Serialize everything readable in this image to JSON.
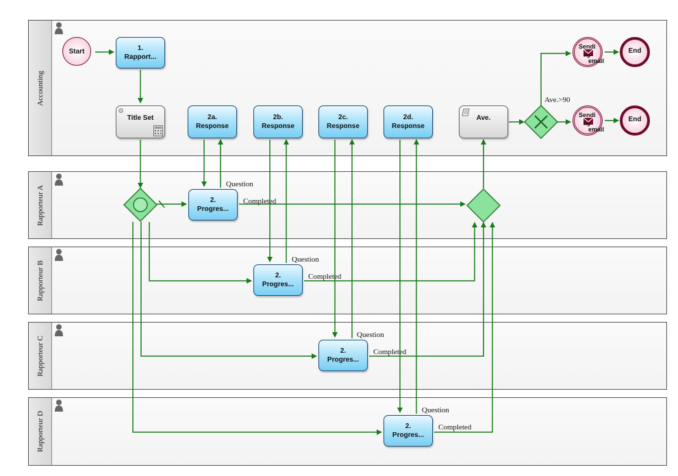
{
  "lanes": [
    {
      "name": "Accounting"
    },
    {
      "name": "Rapporteur A"
    },
    {
      "name": "Rapporteur B"
    },
    {
      "name": "Rapporteur C"
    },
    {
      "name": "Rapporteur D"
    }
  ],
  "events": {
    "start": "Start",
    "end1": "End",
    "end2": "End",
    "sending1": {
      "line1": "Sendi",
      "line2": "ng",
      "line3": "email"
    },
    "sending2": {
      "line1": "Sendi",
      "line2": "ng",
      "line3": "email"
    }
  },
  "tasks": {
    "t1": {
      "line1": "1.",
      "line2": "Rapport..."
    },
    "title_set": {
      "line1": "Title Set"
    },
    "t2a": {
      "line1": "2a.",
      "line2": "Response"
    },
    "t2b": {
      "line1": "2b.",
      "line2": "Response"
    },
    "t2c": {
      "line1": "2c.",
      "line2": "Response"
    },
    "t2d": {
      "line1": "2d.",
      "line2": "Response"
    },
    "ave": {
      "line1": "Ave."
    },
    "pA": {
      "line1": "2.",
      "line2": "Progres..."
    },
    "pB": {
      "line1": "2.",
      "line2": "Progres..."
    },
    "pC": {
      "line1": "2.",
      "line2": "Progres..."
    },
    "pD": {
      "line1": "2.",
      "line2": "Progres..."
    }
  },
  "flow_labels": {
    "cond": "Ave.>90",
    "qA": "Question",
    "cA": "Completed",
    "qB": "Question",
    "cB": "Completed",
    "qC": "Question",
    "cC": "Completed",
    "qD": "Question",
    "cD": "Completed"
  },
  "colors": {
    "flow": "#187a18",
    "task_border": "#1a4e7a",
    "event_border": "#7a0b2c",
    "gateway": "#2d9e3a"
  }
}
